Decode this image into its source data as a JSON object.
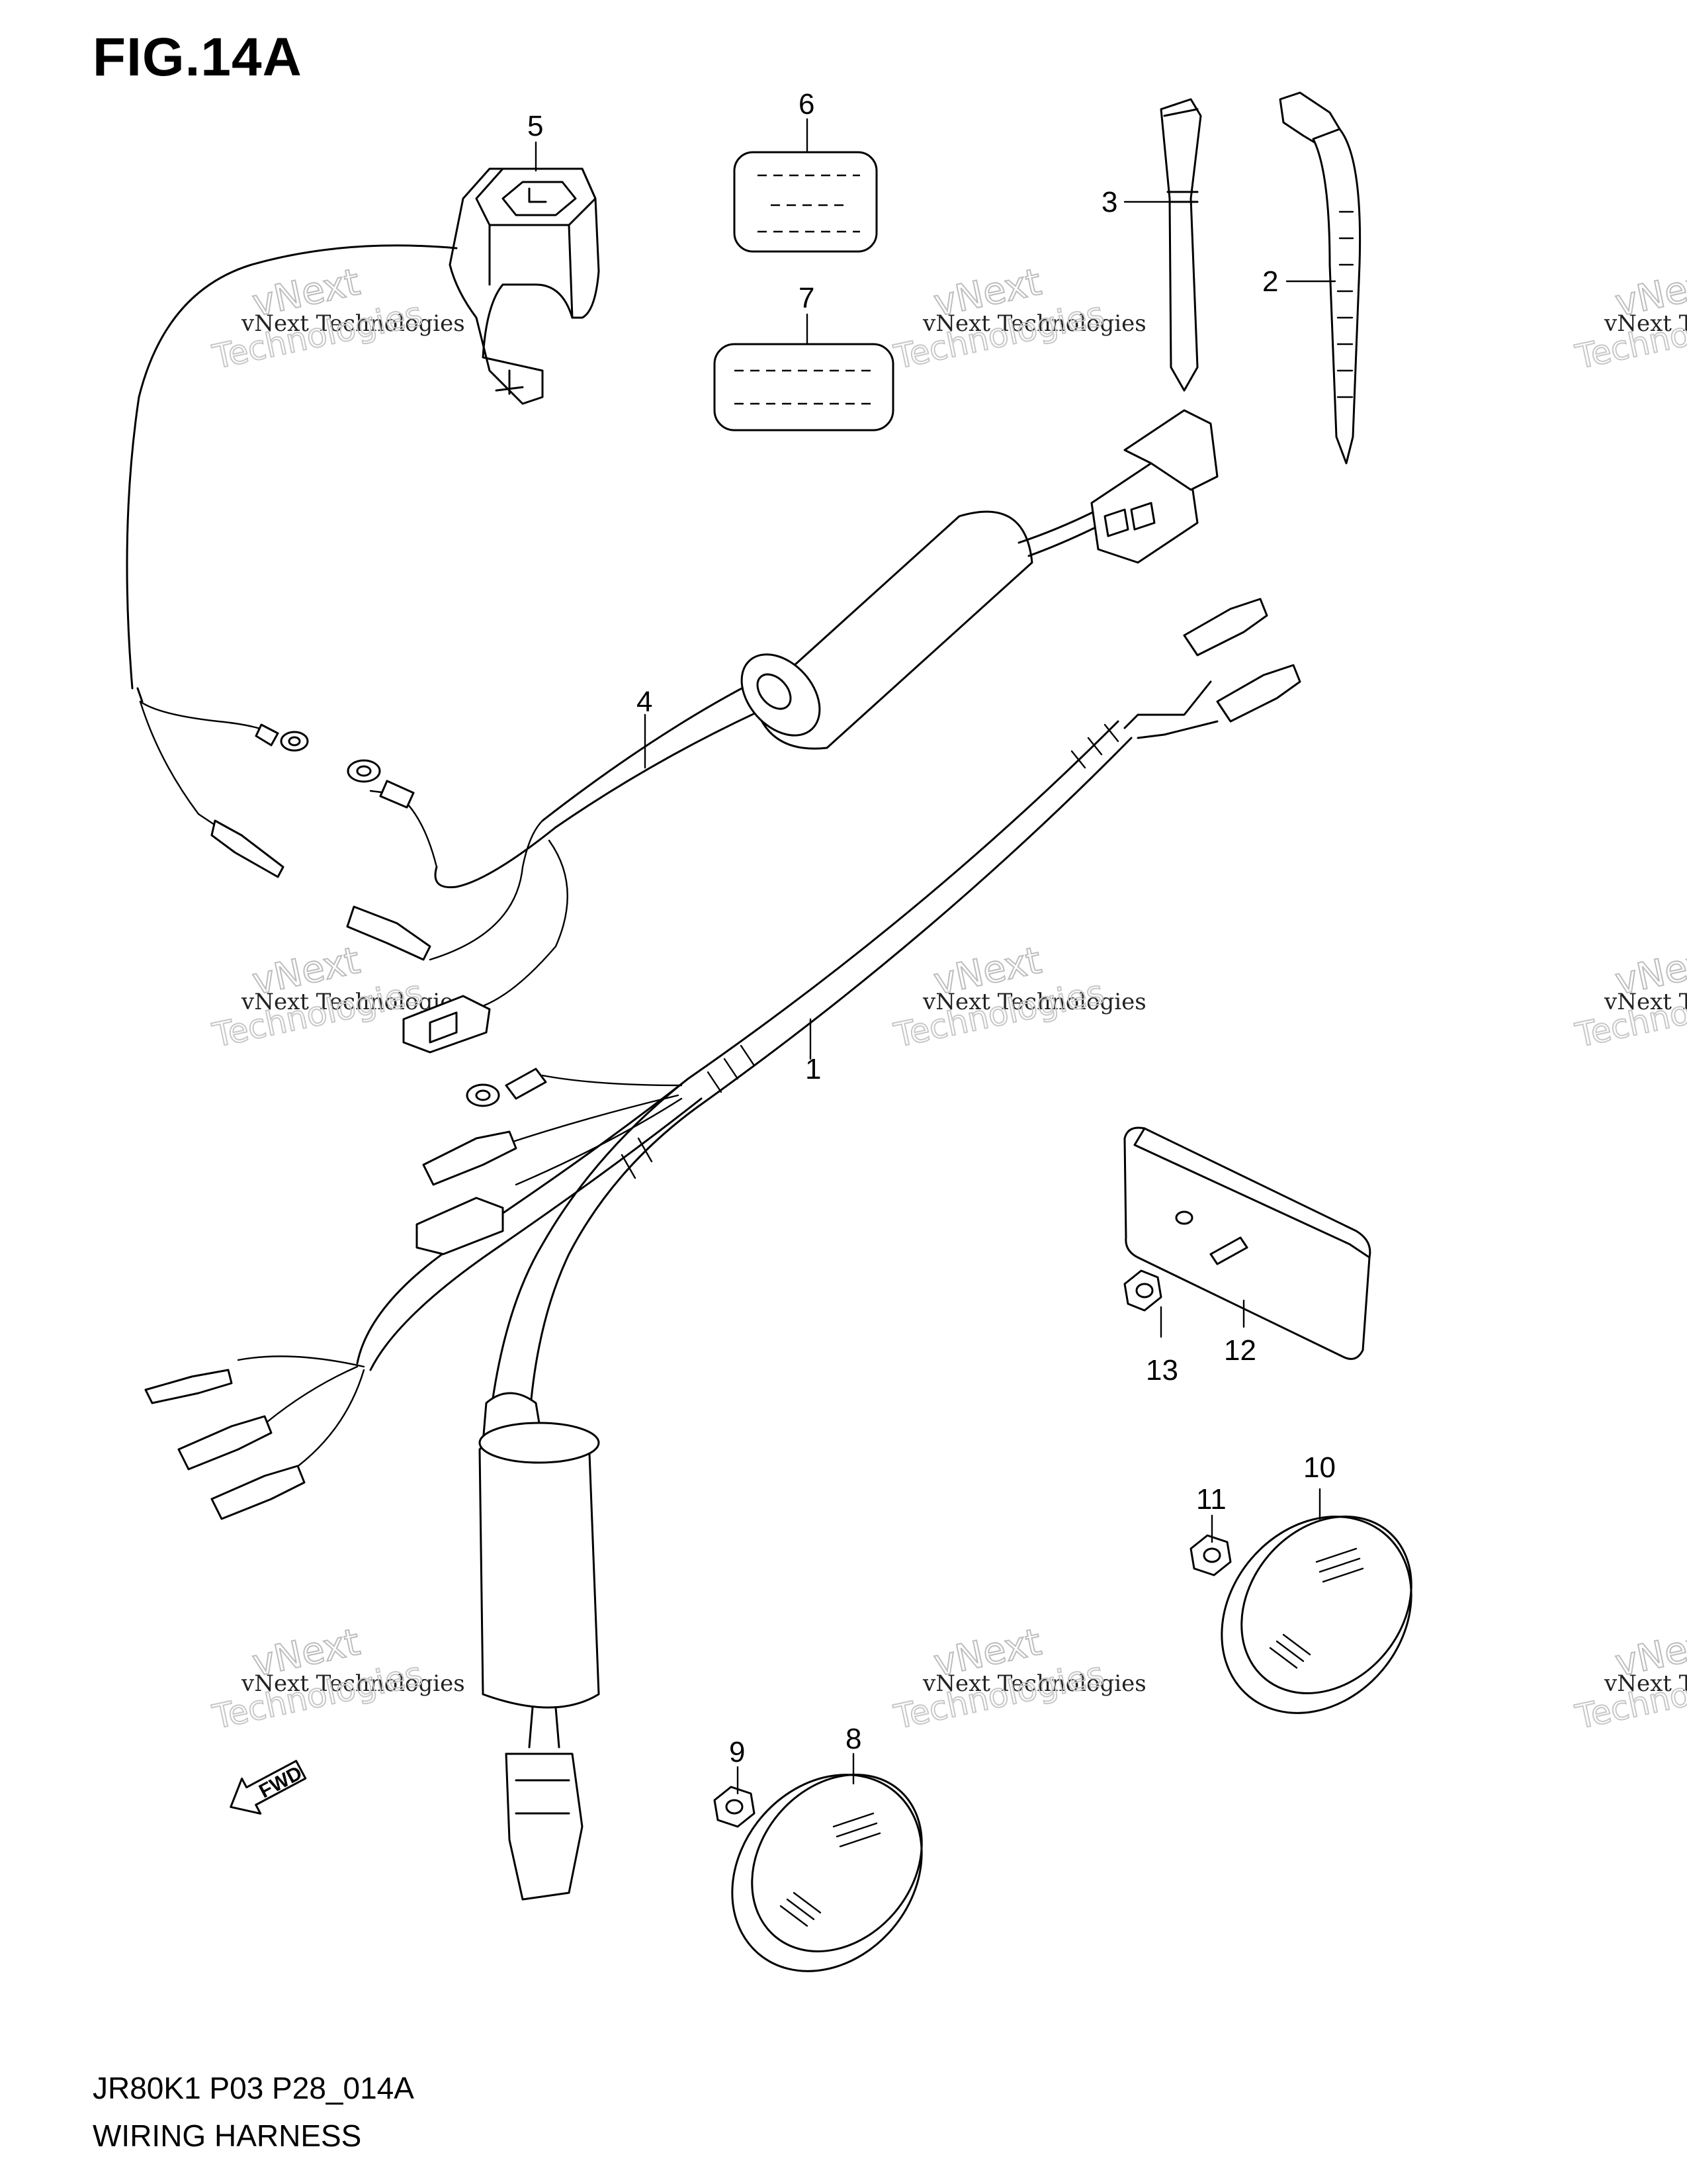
{
  "figure": {
    "title": "FIG.14A",
    "drawing_code": "JR80K1 P03 P28_014A",
    "name": "WIRING HARNESS"
  },
  "callouts": [
    "1",
    "2",
    "3",
    "4",
    "5",
    "6",
    "7",
    "8",
    "9",
    "10",
    "11",
    "12",
    "13"
  ],
  "watermark": {
    "line1": "vNext Technologies",
    "line2": "vNext",
    "line3": "Technologies"
  },
  "fwd_label": "FWD"
}
